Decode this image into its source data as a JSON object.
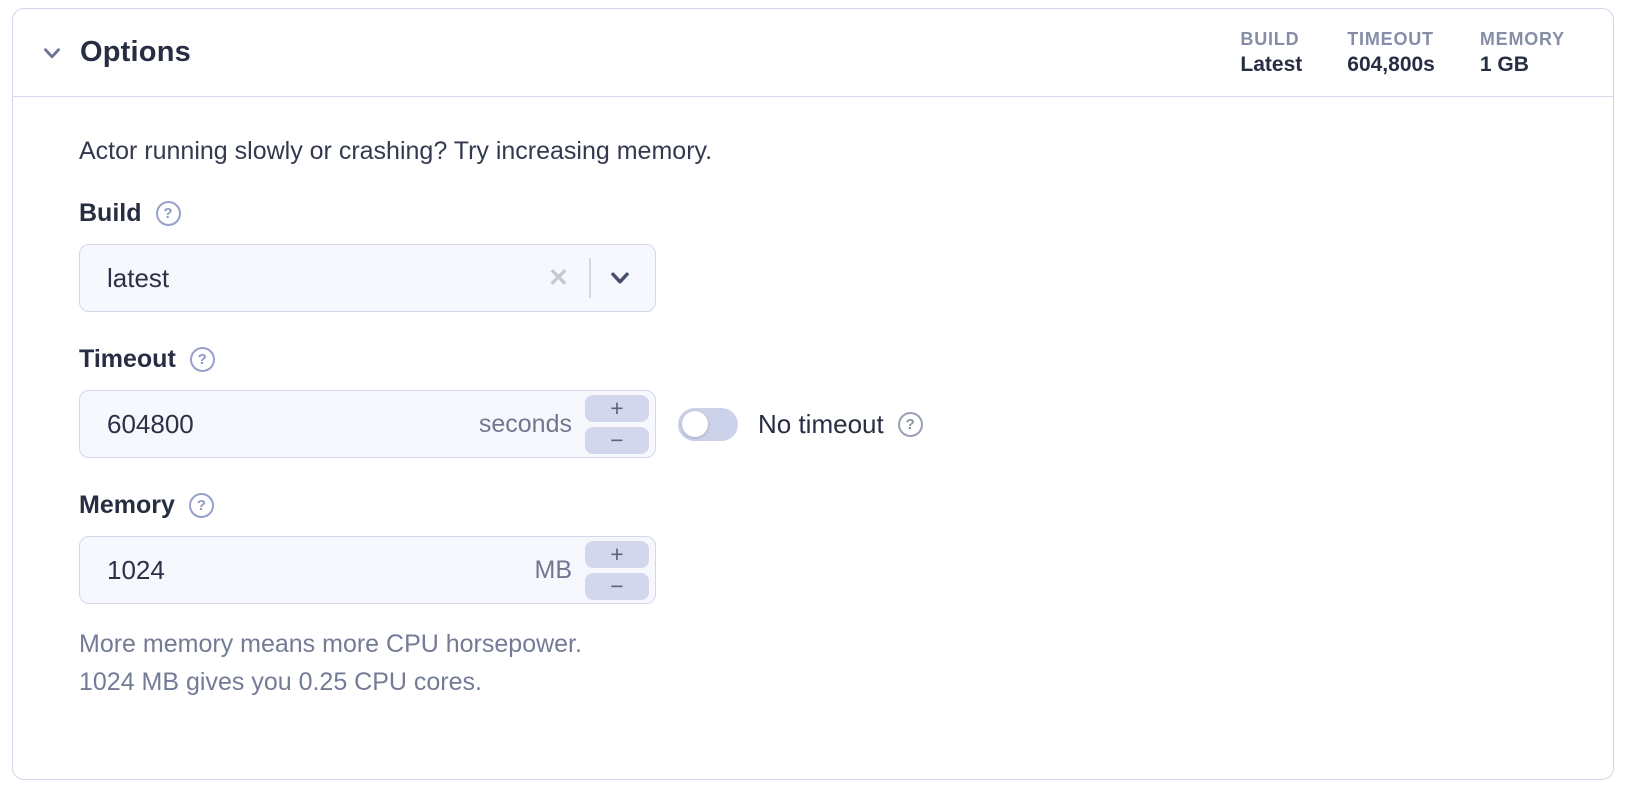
{
  "colors": {
    "panel_border": "#d2d6e9",
    "header_divider": "#d7daea",
    "title_text": "#272d42",
    "summary_label": "#868da8",
    "body_text": "#333a50",
    "muted_text": "#747b96",
    "input_bg": "#f7f8fd",
    "input_border": "#d3d7ea",
    "stepper_bg": "#d3d7ec",
    "toggle_track": "#ccd2e9",
    "help_icon": "#8f99c4"
  },
  "header": {
    "title": "Options",
    "summary": {
      "columns": [
        {
          "label": "BUILD",
          "value": "Latest"
        },
        {
          "label": "TIMEOUT",
          "value": "604,800s"
        },
        {
          "label": "MEMORY",
          "value": "1 GB"
        }
      ]
    }
  },
  "body": {
    "intro": "Actor running slowly or crashing? Try increasing memory.",
    "build": {
      "label": "Build",
      "help_icon": "?",
      "value": "latest",
      "clear_icon": "✕"
    },
    "timeout": {
      "label": "Timeout",
      "help_icon": "?",
      "value": "604800",
      "unit": "seconds",
      "increment": "+",
      "decrement": "−",
      "toggle": {
        "label": "No timeout",
        "state": "off",
        "help_icon": "?"
      }
    },
    "memory": {
      "label": "Memory",
      "help_icon": "?",
      "value": "1024",
      "unit": "MB",
      "increment": "+",
      "decrement": "−",
      "help_text_line1": "More memory means more CPU horsepower.",
      "help_text_line2": "1024 MB gives you 0.25 CPU cores."
    }
  }
}
